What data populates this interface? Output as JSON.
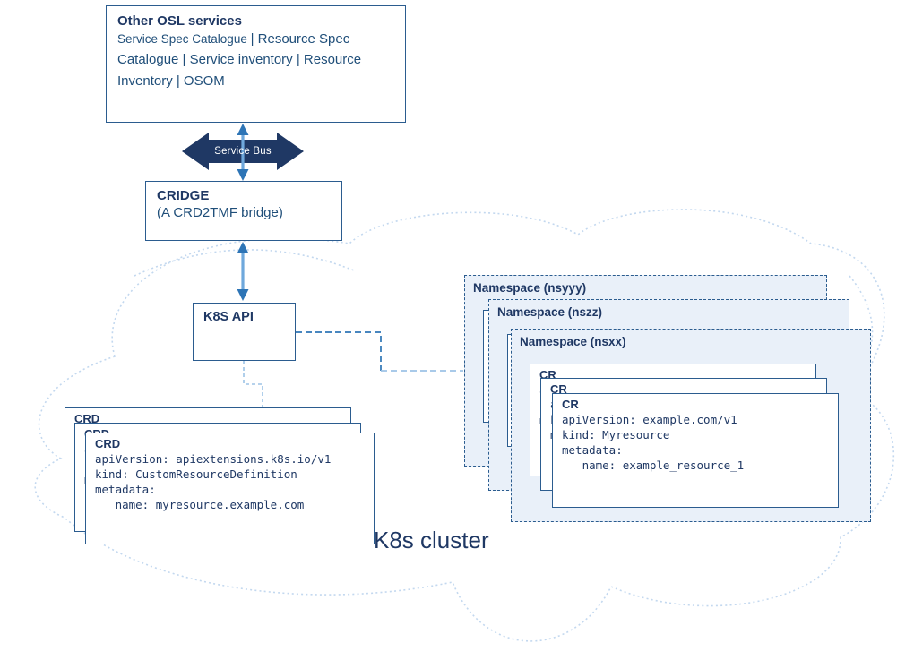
{
  "osl_box": {
    "title": "Other OSL services",
    "body_prefix": "Service Spec Catalogue ",
    "body_rest": "| Resource Spec Catalogue | Service inventory | Resource Inventory | OSOM"
  },
  "service_bus": {
    "label": "Service Bus"
  },
  "cridge_box": {
    "title": "CRIDGE",
    "subtitle": "(A CRD2TMF bridge)"
  },
  "k8s_api_box": {
    "title": "K8S API"
  },
  "crd_card": {
    "title": "CRD",
    "lines": [
      "apiVersion: apiextensions.k8s.io/v1",
      "kind: CustomResourceDefinition",
      "metadata:",
      "   name: myresource.example.com"
    ]
  },
  "cr_card": {
    "title": "CR",
    "lines": [
      "apiVersion: example.com/v1",
      "kind: Myresource",
      "metadata:",
      "   name: example_resource_1"
    ]
  },
  "namespaces": [
    {
      "label": "Namespace (nsyyy)"
    },
    {
      "label": "Namespace (nszz)"
    },
    {
      "label": "Namespace (nsxx)"
    }
  ],
  "cluster_label": "K8s cluster",
  "colors": {
    "dark_navy_text": "#1f3864",
    "body_text": "#1f4e79",
    "box_border": "#2b5c8f",
    "namespace_fill": "#e9f0f9",
    "service_bus_fill": "#1f3864",
    "arrow_shaft": "#6fa8dc",
    "arrow_head": "#2e75b6",
    "connector_dark_dash": "#2e75b6",
    "connector_light_dash": "#9dc3e6",
    "cloud_dots": "#c3d8ef"
  }
}
